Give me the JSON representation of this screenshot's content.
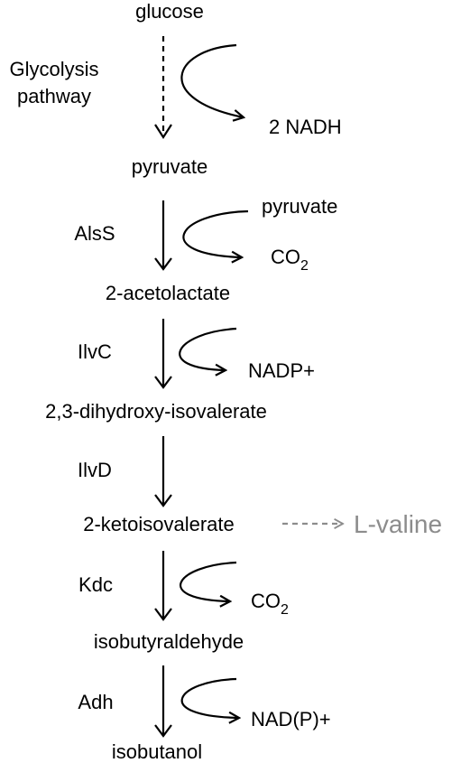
{
  "pathway": {
    "compounds": {
      "glucose": "glucose",
      "pyruvate": "pyruvate",
      "acetolactate": "2-acetolactate",
      "dihydroxy_isovalerate": "2,3-dihydroxy-isovalerate",
      "ketoisovalerate": "2-ketoisovalerate",
      "isobutyraldehyde": "isobutyraldehyde",
      "isobutanol": "isobutanol"
    },
    "enzymes": {
      "glycolysis_line1": "Glycolysis",
      "glycolysis_line2": "pathway",
      "alss": "AlsS",
      "ilvc": "IlvC",
      "ilvd": "IlvD",
      "kdc": "Kdc",
      "adh": "Adh"
    },
    "side_inputs": {
      "pyruvate": "pyruvate"
    },
    "side_outputs": {
      "nadh": "2 NADH",
      "co2_1": "CO",
      "co2_1_subscript": "2",
      "nadp": "NADP+",
      "co2_2": "CO",
      "co2_2_subscript": "2",
      "nadp_2": "NAD(P)+"
    },
    "branch": {
      "product": "L-valine",
      "color": "#8c8c8c"
    },
    "colors": {
      "main": "#000000",
      "branch": "#8c8c8c"
    }
  }
}
